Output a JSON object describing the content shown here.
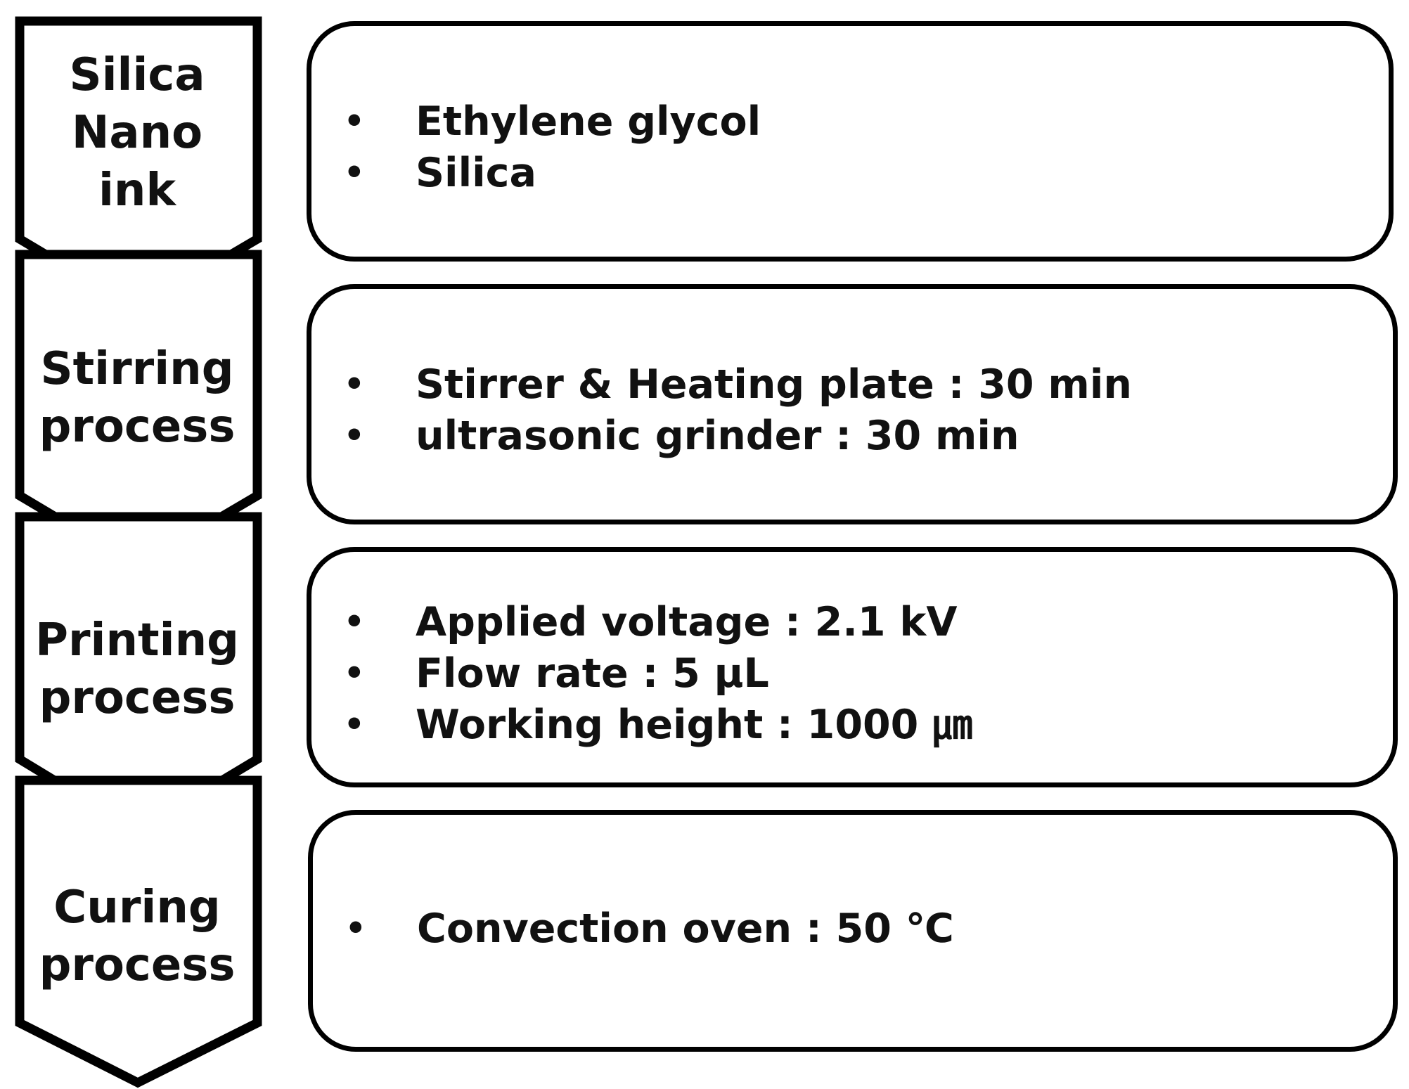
{
  "steps": [
    {
      "label_lines": [
        "Silica",
        "Nano",
        "ink"
      ],
      "details": [
        "Ethylene glycol",
        "Silica"
      ]
    },
    {
      "label_lines": [
        "Stirring",
        "process"
      ],
      "details": [
        "Stirrer & Heating plate : 30 min",
        "ultrasonic grinder : 30 min"
      ]
    },
    {
      "label_lines": [
        "Printing",
        "process"
      ],
      "details": [
        "Applied voltage : 2.1 kV",
        "Flow rate : 5 μL",
        "Working height : 1000 ㎛"
      ]
    },
    {
      "label_lines": [
        "Curing",
        "process"
      ],
      "details": [
        "Convection oven : 50 ℃"
      ]
    }
  ],
  "bullet_glyph": "•"
}
